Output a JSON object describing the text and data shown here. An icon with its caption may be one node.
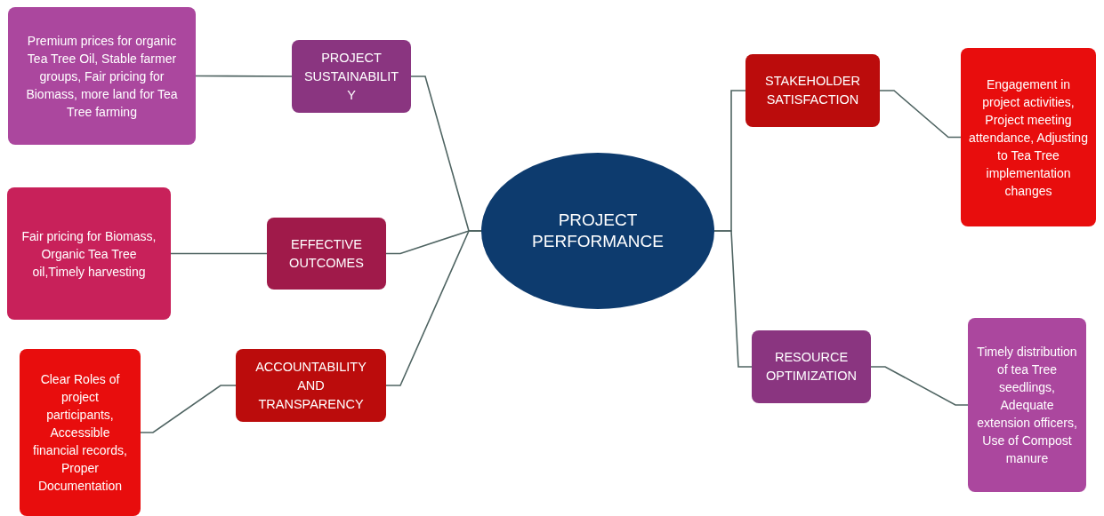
{
  "diagram": {
    "nodes": [
      {
        "text": [
          "PROJECT PERFORMANCE"
        ]
      },
      {
        "text": [
          "PROJECT SUSTAINABILITY"
        ]
      },
      {
        "text": [
          "Premium prices for organic Tea Tree Oil, Stable farmer groups, Fair pricing for Biomass, more land for Tea Tree farming"
        ]
      },
      {
        "text": [
          "EFFECTIVE OUTCOMES"
        ]
      },
      {
        "text": [
          "Fair pricing for Biomass, Organic Tea Tree oil,Timely harvesting"
        ]
      },
      {
        "text": [
          "ACCOUNTABILITY AND TRANSPARENCY"
        ]
      },
      {
        "text": [
          "Clear Roles of project participants, Accessible financial records, Proper Documentation"
        ]
      },
      {
        "text": [
          "STAKEHOLDER SATISFACTION"
        ]
      },
      {
        "text": [
          "Engagement in project activities, Project meeting attendance, Adjusting to Tea Tree implementation changes"
        ]
      },
      {
        "text": [
          "RESOURCE OPTIMIZATION"
        ]
      },
      {
        "text": [
          "Timely distribution of tea Tree seedlings, Adequate extension officers, Use of Compost manure"
        ]
      }
    ],
    "edges": [
      {
        "from": 0,
        "to": 1,
        "arrow": "none"
      },
      {
        "from": 1,
        "to": 2,
        "arrow": "none"
      },
      {
        "from": 0,
        "to": 3,
        "arrow": "none"
      },
      {
        "from": 3,
        "to": 4,
        "arrow": "none"
      },
      {
        "from": 0,
        "to": 5,
        "arrow": "none"
      },
      {
        "from": 5,
        "to": 6,
        "arrow": "none"
      },
      {
        "from": 0,
        "to": 7,
        "arrow": "none"
      },
      {
        "from": 7,
        "to": 8,
        "arrow": "none"
      },
      {
        "from": 0,
        "to": 9,
        "arrow": "none"
      },
      {
        "from": 9,
        "to": 10,
        "arrow": "none"
      }
    ]
  }
}
